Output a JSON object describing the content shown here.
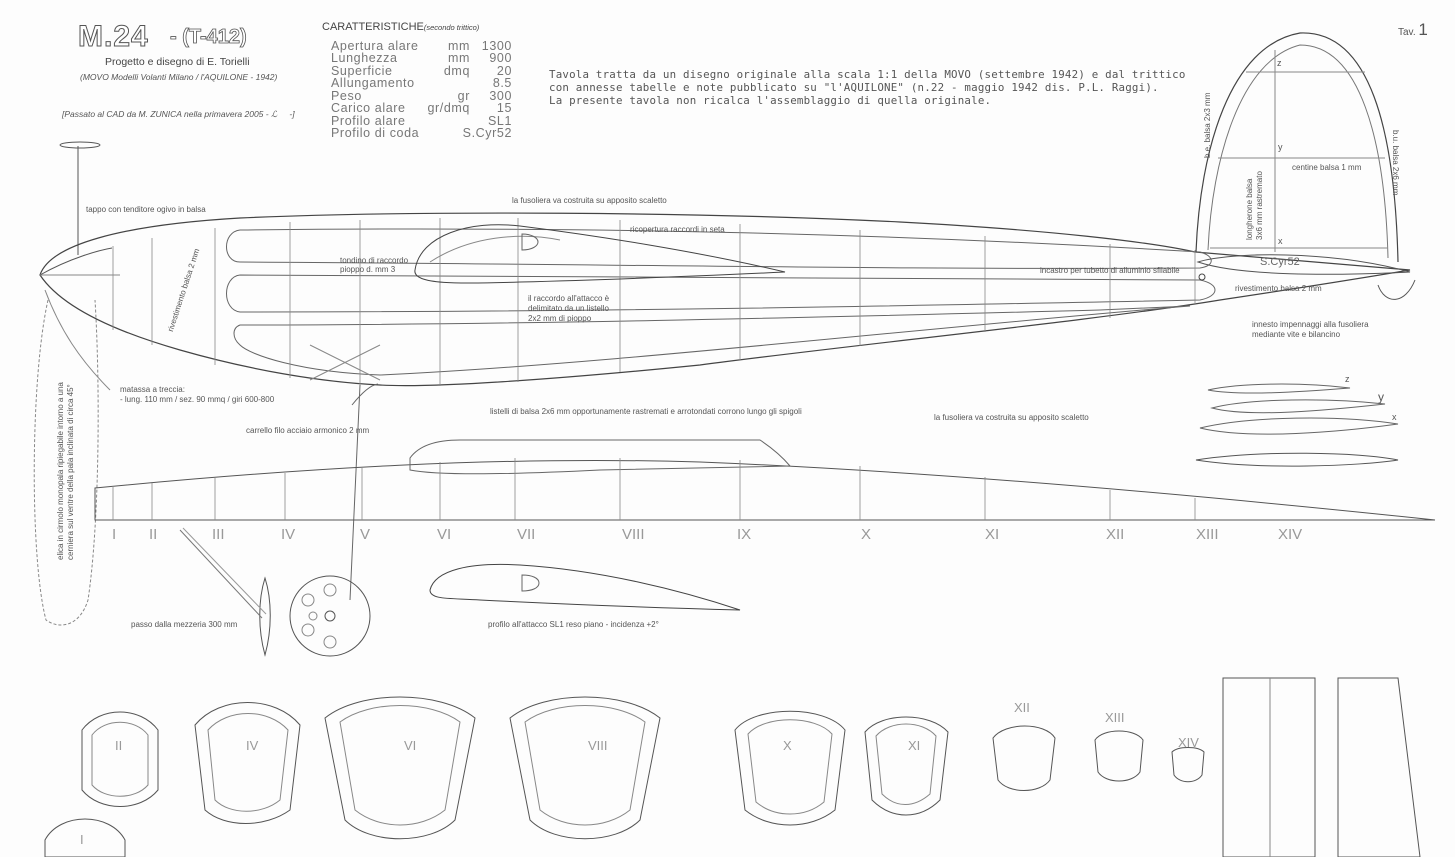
{
  "title": {
    "model": "M.24",
    "code": "- (T-412)",
    "subtitle": "Progetto e disegno di E. Torielli",
    "origin": "(MOVO Modelli Volanti Milano  /  l'AQUILONE - 1942)",
    "cad_note": "[Passato al CAD da M. ZUNICA nella primavera 2005 -",
    "cad_note_end": "-]",
    "sheet": "Tav.",
    "sheet_no": "1"
  },
  "specs": {
    "header": "CARATTERISTICHE",
    "header_note": "(secondo trittico)",
    "rows": [
      {
        "label": "Apertura alare",
        "unit": "mm",
        "value": "1300"
      },
      {
        "label": "Lunghezza",
        "unit": "mm",
        "value": "900"
      },
      {
        "label": "Superficie",
        "unit": "dmq",
        "value": "20"
      },
      {
        "label": "Allungamento",
        "unit": "",
        "value": "8.5"
      },
      {
        "label": "Peso",
        "unit": "gr",
        "value": "300"
      },
      {
        "label": "Carico alare",
        "unit": "gr/dmq",
        "value": "15"
      },
      {
        "label": "Profilo alare",
        "unit": "",
        "value": "SL1"
      },
      {
        "label": "Profilo di coda",
        "unit": "",
        "value": "S.Cyr52"
      }
    ]
  },
  "description": [
    "Tavola tratta da un disegno originale alla scala 1:1 della MOVO (settembre 1942) e dal trittico",
    "con annesse tabelle e note pubblicato su \"l'AQUILONE\" (n.22 - maggio 1942  dis. P.L. Raggi).",
    "La presente tavola non ricalca l'assemblaggio di quella originale."
  ],
  "notes": {
    "tappo": "tappo con tenditore ogivo in balsa",
    "fusoliera_top": "la fusoliera va costruita su apposito scaletto",
    "rivestimento_left": "rivestimento balsa 2 mm",
    "tondino": [
      "tondino di raccordo",
      "pioppo d. mm 3"
    ],
    "ricopertura": "ricopertura raccordi in seta",
    "raccordo": [
      "il raccordo all'attacco è",
      "delimitato da un listello",
      "2x2 mm di pioppo"
    ],
    "incastro": "incastro per tubetto di alluminio sfilabile",
    "rivestimento_right": "rivestimento balsa 2 mm",
    "innesto": [
      "innesto impennaggi alla fusoliera",
      "mediante vite e bilancino"
    ],
    "matassa": [
      "matassa a treccia:",
      "- lung. 110 mm / sez. 90 mmq / giri 600-800"
    ],
    "listelli": "listelli di balsa 2x6 mm opportunamente rastremati e arrotondati corrono lungo gli spigoli",
    "fusoliera_right": "la fusoliera va costruita su apposito scaletto",
    "carrello": "carrello filo acciaio armonico 2 mm",
    "elica": [
      "elica in cirmolo monopala ripiegabile intorno a una",
      "cerniera sul ventre della pala inclinata di circa 45°"
    ],
    "passo": "passo dalla mezzeria 300 mm",
    "profilo": "profilo all'attacco SL1 reso piano - incidenza +2°",
    "tail_be": "b.e. balsa 2x3 mm",
    "tail_bu": "b.u. balsa 2x6 mm",
    "tail_centine": "centine balsa 1 mm",
    "tail_longherone": [
      "longherone balsa",
      "3x6 mm rastremato"
    ],
    "tail_profile": "S.Cyr52",
    "station_z": "z",
    "station_y": "y",
    "station_x": "x",
    "section_z": "z",
    "section_y": "y",
    "section_x": "x"
  },
  "stations": [
    "I",
    "II",
    "III",
    "IV",
    "V",
    "VI",
    "VII",
    "VIII",
    "IX",
    "X",
    "XI",
    "XII",
    "XIII",
    "XIV"
  ],
  "formers": [
    "I",
    "II",
    "IV",
    "VI",
    "VIII",
    "X",
    "XI",
    "XII",
    "XIII",
    "XIV"
  ],
  "colors": {
    "line": "#555555",
    "faint": "#999999",
    "paper": "#fdfdfd"
  }
}
